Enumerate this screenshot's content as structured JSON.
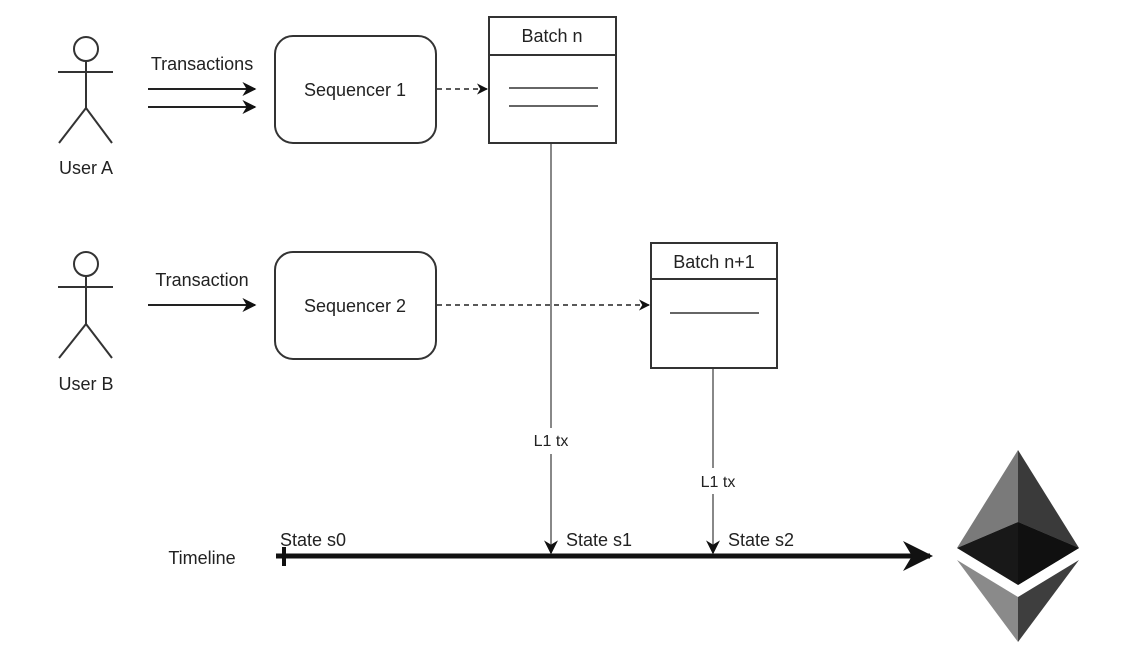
{
  "actors": [
    {
      "id": "user-a",
      "label": "User A"
    },
    {
      "id": "user-b",
      "label": "User B"
    }
  ],
  "edges": {
    "user_a_to_seq1": "Transactions",
    "user_b_to_seq2": "Transaction",
    "batch_n_to_timeline": "L1 tx",
    "batch_n1_to_timeline": "L1 tx"
  },
  "sequencers": [
    {
      "id": "seq1",
      "label": "Sequencer 1"
    },
    {
      "id": "seq2",
      "label": "Sequencer 2"
    }
  ],
  "batches": [
    {
      "id": "batch-n",
      "title": "Batch n",
      "entries": 2
    },
    {
      "id": "batch-n1",
      "title": "Batch n+1",
      "entries": 1
    }
  ],
  "timeline": {
    "label": "Timeline",
    "states": [
      "State s0",
      "State s1",
      "State s2"
    ]
  },
  "logo": {
    "icon": "ethereum-logo-icon"
  },
  "colors": {
    "stroke": "#222222",
    "l1_line": "#888888",
    "text": "#222222",
    "eth_light": "#8a8a8a",
    "eth_mid": "#3c3c3c",
    "eth_dark": "#141414"
  }
}
